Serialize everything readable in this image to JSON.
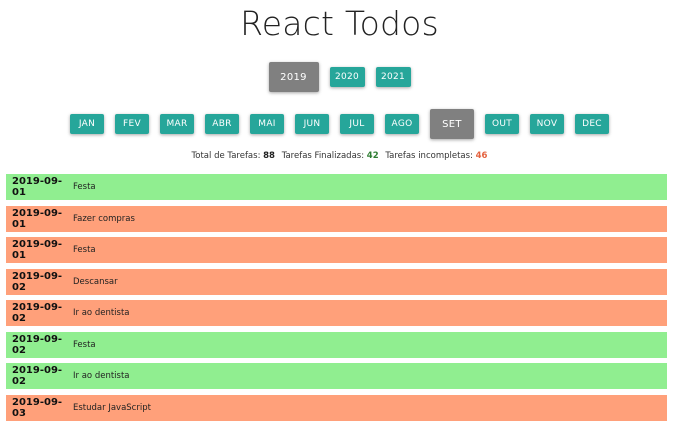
{
  "title": "React Todos",
  "years": [
    {
      "label": "2019",
      "active": true
    },
    {
      "label": "2020",
      "active": false
    },
    {
      "label": "2021",
      "active": false
    }
  ],
  "months": [
    {
      "label": "JAN",
      "active": false
    },
    {
      "label": "FEV",
      "active": false
    },
    {
      "label": "MAR",
      "active": false
    },
    {
      "label": "ABR",
      "active": false
    },
    {
      "label": "MAI",
      "active": false
    },
    {
      "label": "JUN",
      "active": false
    },
    {
      "label": "JUL",
      "active": false
    },
    {
      "label": "AGO",
      "active": false
    },
    {
      "label": "SET",
      "active": true
    },
    {
      "label": "OUT",
      "active": false
    },
    {
      "label": "NOV",
      "active": false
    },
    {
      "label": "DEC",
      "active": false
    }
  ],
  "summary": {
    "total_label": "Total de Tarefas:",
    "total_value": "88",
    "done_label": "Tarefas Finalizadas:",
    "done_value": "42",
    "pending_label": "Tarefas incompletas:",
    "pending_value": "46"
  },
  "colors": {
    "accent": "#26a69a",
    "active_button": "#808080",
    "done_row": "#90ee90",
    "todo_row": "#ffa07a",
    "done_count": "#2e7d32",
    "pending_count": "#e4623f"
  },
  "todos": [
    {
      "date": "2019-09-01",
      "description": "Festa",
      "done": true
    },
    {
      "date": "2019-09-01",
      "description": "Fazer compras",
      "done": false
    },
    {
      "date": "2019-09-01",
      "description": "Festa",
      "done": false
    },
    {
      "date": "2019-09-02",
      "description": "Descansar",
      "done": false
    },
    {
      "date": "2019-09-02",
      "description": "Ir ao dentista",
      "done": false
    },
    {
      "date": "2019-09-02",
      "description": "Festa",
      "done": true
    },
    {
      "date": "2019-09-02",
      "description": "Ir ao dentista",
      "done": true
    },
    {
      "date": "2019-09-03",
      "description": "Estudar JavaScript",
      "done": false
    }
  ]
}
